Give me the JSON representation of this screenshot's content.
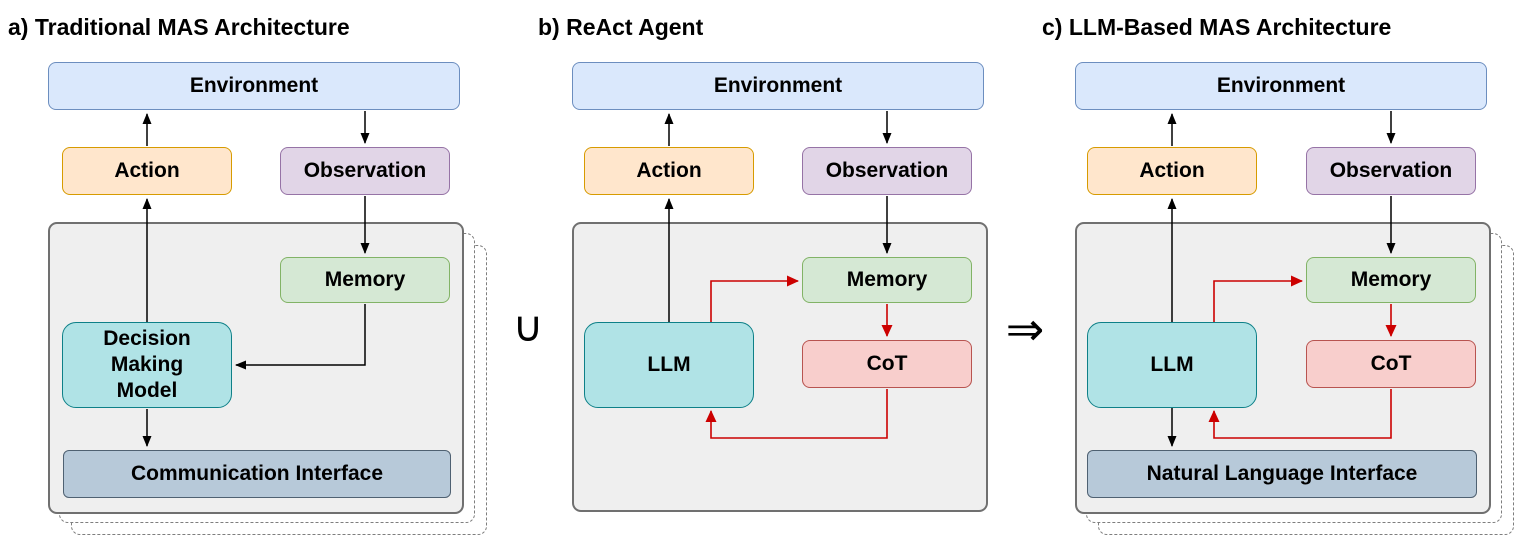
{
  "panels": [
    {
      "title": "a) Traditional MAS Architecture",
      "boxes": {
        "environment": "Environment",
        "action": "Action",
        "observation": "Observation",
        "memory": "Memory",
        "core": "Decision Making Model",
        "interface": "Communication Interface"
      },
      "stacked": true
    },
    {
      "title": "b) ReAct Agent",
      "boxes": {
        "environment": "Environment",
        "action": "Action",
        "observation": "Observation",
        "memory": "Memory",
        "llm": "LLM",
        "cot": "CoT"
      },
      "stacked": false
    },
    {
      "title": "c) LLM-Based MAS Architecture",
      "boxes": {
        "environment": "Environment",
        "action": "Action",
        "observation": "Observation",
        "memory": "Memory",
        "llm": "LLM",
        "cot": "CoT",
        "interface": "Natural Language Interface"
      },
      "stacked": true
    }
  ],
  "operators": {
    "union": "∪",
    "implies": "⇒"
  },
  "colors": {
    "environment_fill": "#dae8fc",
    "environment_stroke": "#6c8ebf",
    "action_fill": "#ffe6cc",
    "action_stroke": "#d79b00",
    "observation_fill": "#e1d5e7",
    "observation_stroke": "#9673a6",
    "memory_fill": "#d5e8d4",
    "memory_stroke": "#82b366",
    "llm_fill": "#b0e3e6",
    "llm_stroke": "#0e8088",
    "cot_fill": "#f8cecc",
    "cot_stroke": "#b85450",
    "interface_fill": "#b7c9d9",
    "interface_stroke": "#4f6172",
    "agent_panel_fill": "#efefef",
    "agent_panel_stroke": "#707070",
    "arrow_black": "#000000",
    "arrow_red": "#cc0000"
  }
}
